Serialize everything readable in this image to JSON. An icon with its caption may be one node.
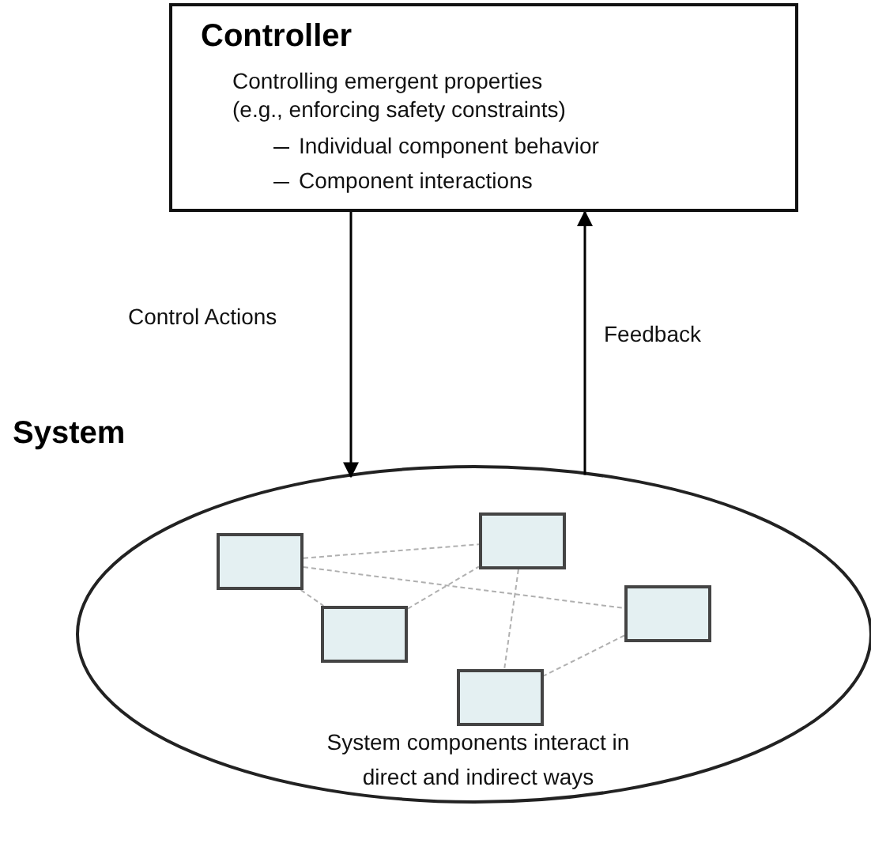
{
  "diagram": {
    "nodes": [
      {
        "text": [
          "Controller",
          "Controlling emergent properties (e.g., enforcing safety constraints)",
          "Individual component behavior",
          "Component interactions"
        ]
      },
      {
        "text": [
          "System",
          "System components interact in direct and indirect ways"
        ]
      },
      {
        "text": [],
        "shape": "box",
        "in": 1
      },
      {
        "text": [],
        "shape": "box",
        "in": 1
      },
      {
        "text": [],
        "shape": "box",
        "in": 1
      },
      {
        "text": [],
        "shape": "box",
        "in": 1
      },
      {
        "text": [],
        "shape": "box",
        "in": 1
      }
    ],
    "edges": [
      {
        "from": 0,
        "to": 1,
        "arrow": "to",
        "label": "Control Actions",
        "color": "#000000"
      },
      {
        "from": 1,
        "to": 0,
        "arrow": "to",
        "label": "Feedback",
        "color": "#000000"
      },
      {
        "from": 2,
        "to": 5,
        "arrow": "none",
        "style": "dashed",
        "color": "#b0b0b0"
      },
      {
        "from": 2,
        "to": 6,
        "arrow": "none",
        "style": "dashed",
        "color": "#b0b0b0"
      },
      {
        "from": 2,
        "to": 3,
        "arrow": "none",
        "style": "dashed",
        "color": "#b0b0b0"
      },
      {
        "from": 3,
        "to": 5,
        "arrow": "none",
        "style": "dashed",
        "color": "#b0b0b0"
      },
      {
        "from": 5,
        "to": 4,
        "arrow": "none",
        "style": "dashed",
        "color": "#b0b0b0"
      },
      {
        "from": 6,
        "to": 4,
        "arrow": "none",
        "style": "dashed",
        "color": "#b0b0b0"
      }
    ]
  }
}
